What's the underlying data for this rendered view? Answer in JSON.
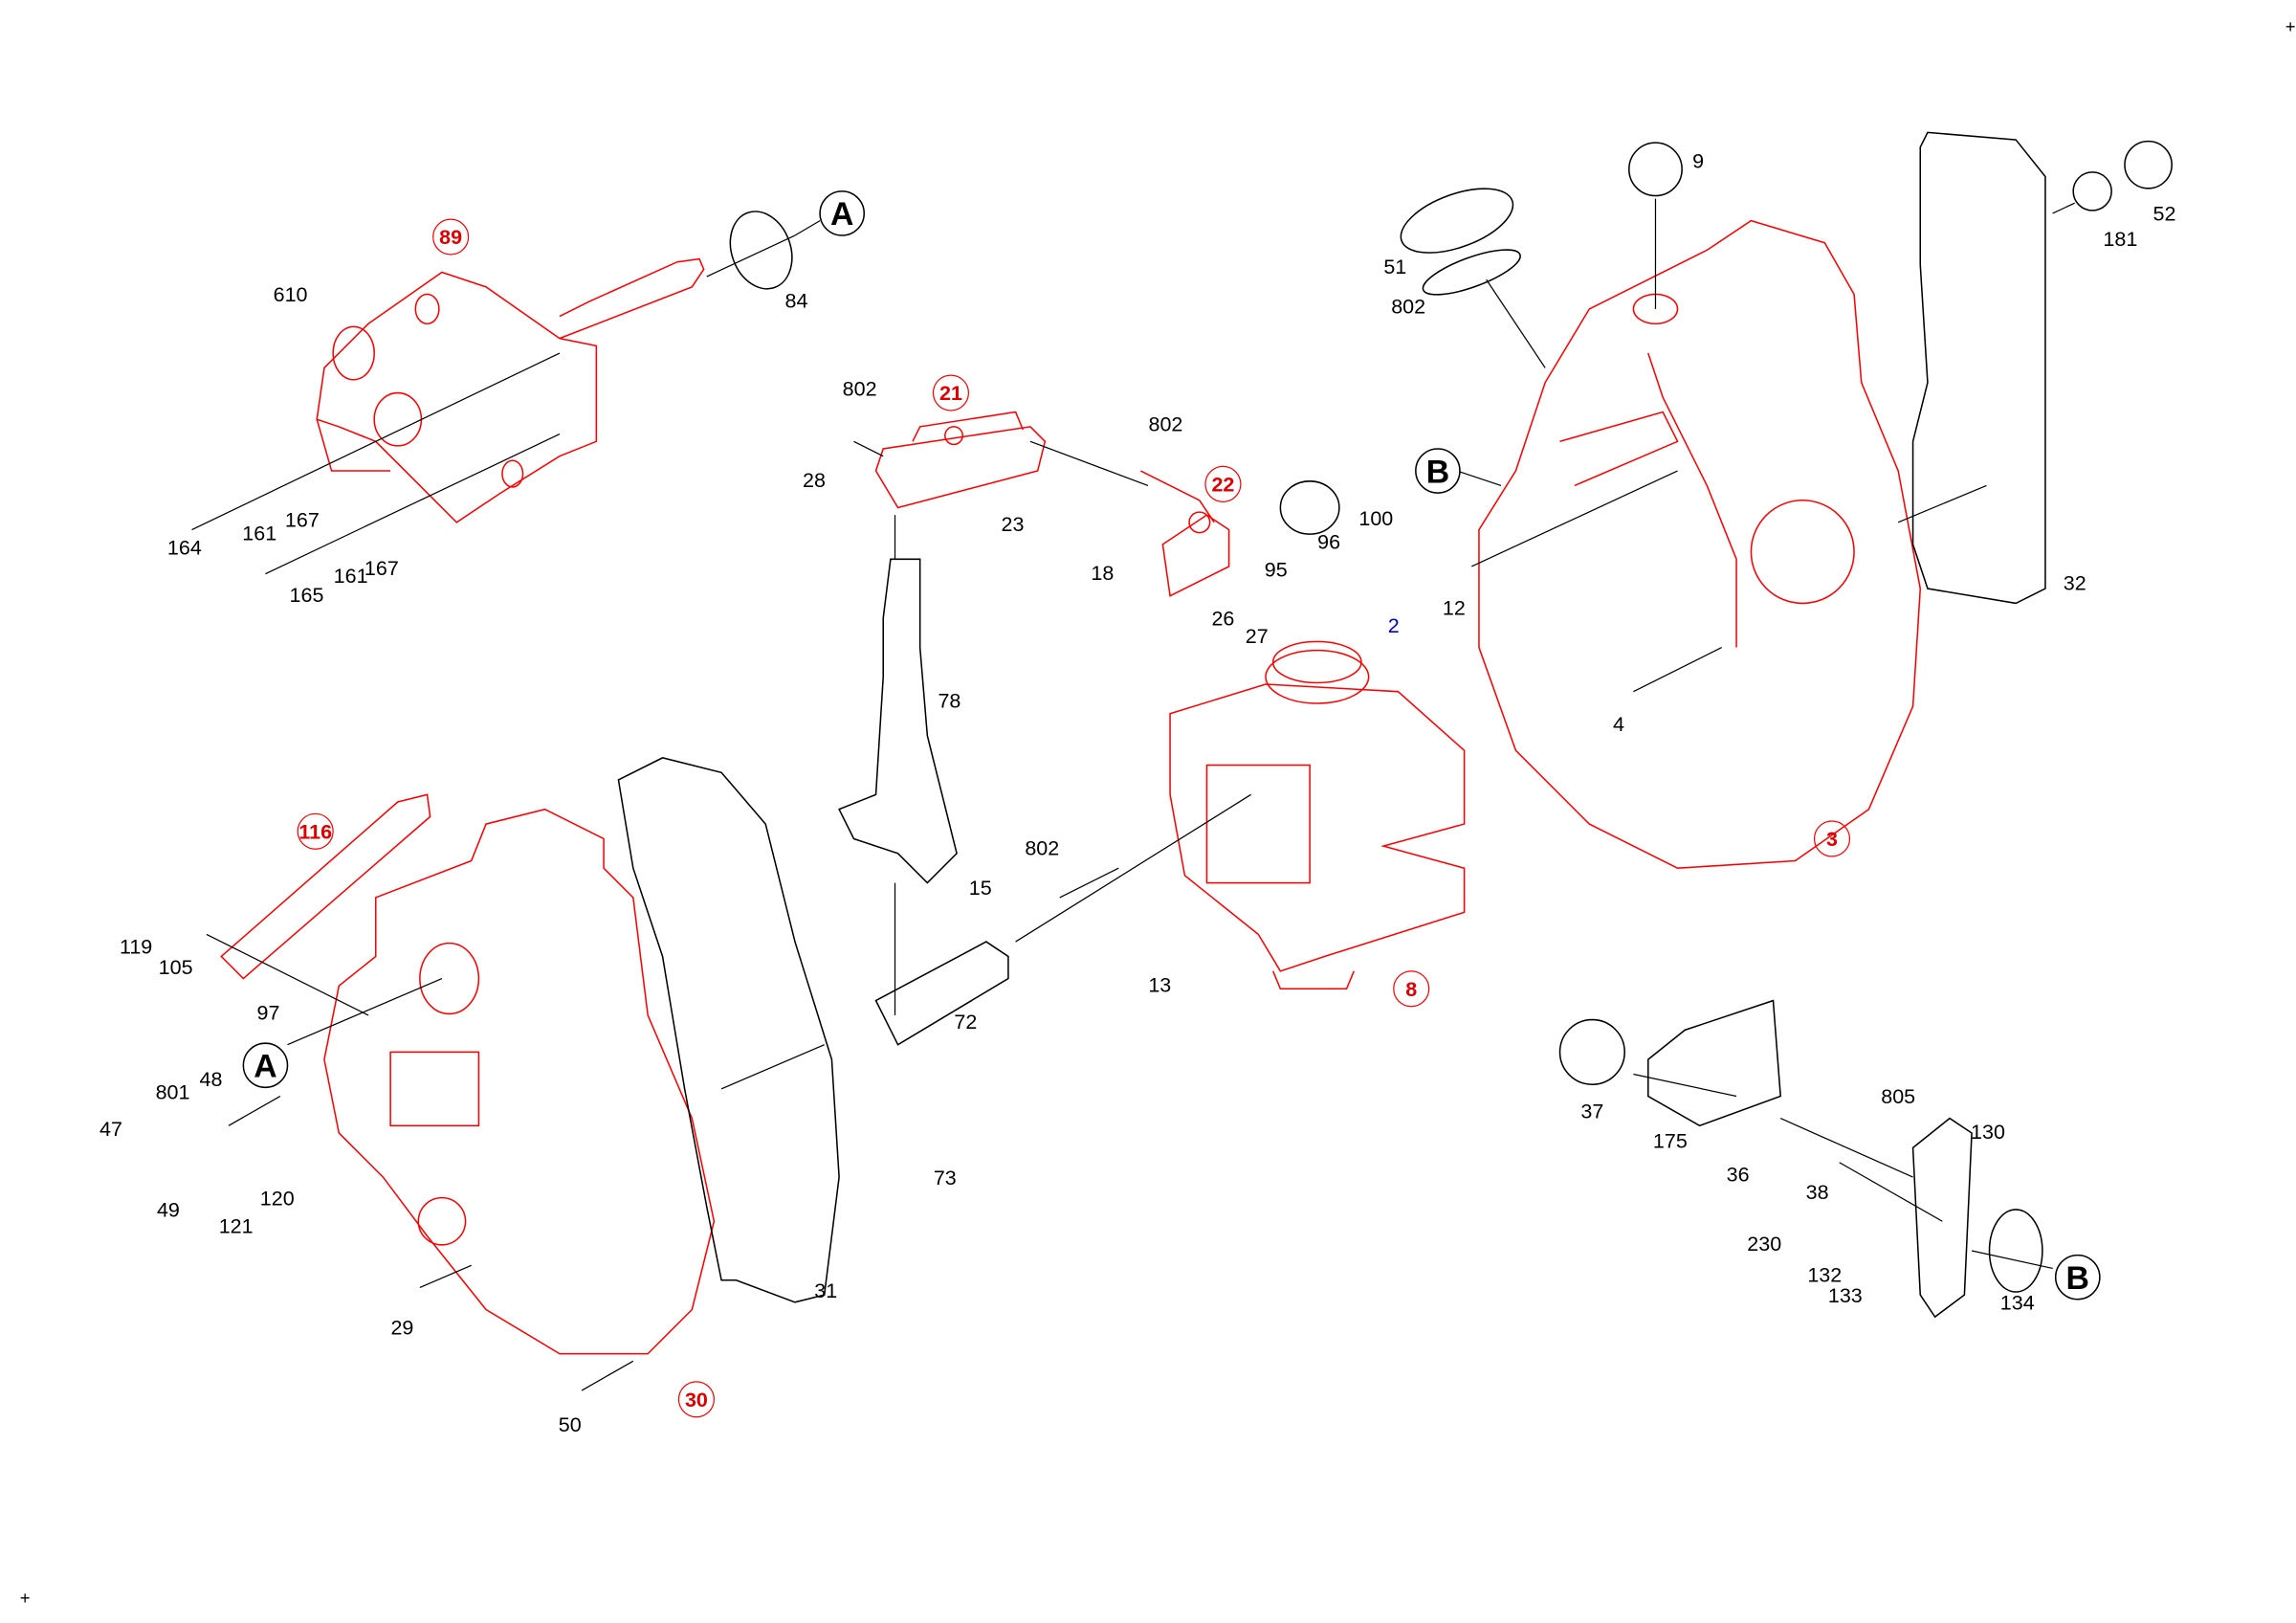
{
  "diagram": {
    "assembly_labels": [
      "89",
      "21",
      "22",
      "116",
      "3",
      "8",
      "30"
    ],
    "reference_markers": [
      "A",
      "A",
      "B",
      "B"
    ],
    "part_labels": [
      "610",
      "84",
      "164",
      "161",
      "167",
      "165",
      "161",
      "167",
      "802",
      "802",
      "28",
      "23",
      "18",
      "95",
      "96",
      "100",
      "26",
      "27",
      "78",
      "9",
      "51",
      "802",
      "181",
      "52",
      "12",
      "2",
      "32",
      "4",
      "119",
      "105",
      "97",
      "801",
      "48",
      "47",
      "49",
      "120",
      "121",
      "29",
      "50",
      "31",
      "802",
      "15",
      "72",
      "73",
      "13",
      "37",
      "175",
      "36",
      "38",
      "805",
      "130",
      "230",
      "132",
      "133",
      "134"
    ],
    "corner_marks": [
      "+",
      "+"
    ],
    "colors": {
      "assembly": "#ff0000",
      "part": "#000000",
      "highlight": "#0000cc"
    }
  }
}
